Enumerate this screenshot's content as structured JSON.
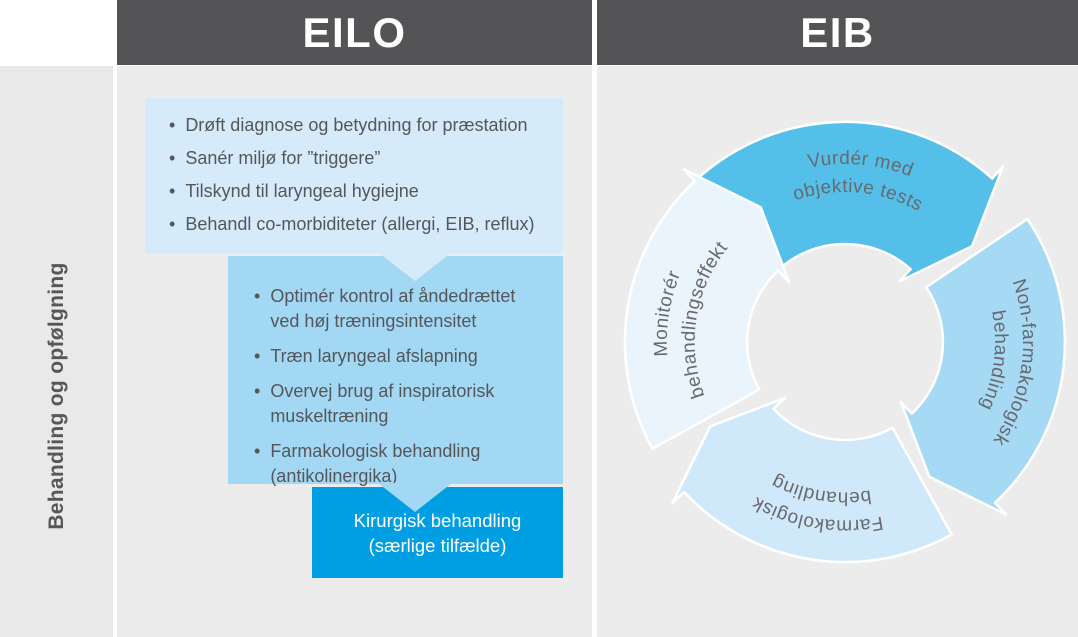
{
  "sidebar": {
    "label": "Behandling og opfølgning"
  },
  "headers": {
    "eilo": "EILO",
    "eib": "EIB"
  },
  "eilo": {
    "step1": {
      "bullets": [
        "Drøft diagnose og betydning for præstation",
        "Sanér miljø for ”triggere”",
        "Tilskynd til laryngeal hygiejne",
        "Behandl co-morbiditeter (allergi, EIB, reflux)"
      ]
    },
    "step2": {
      "bullets": [
        "Optimér kontrol af åndedrættet ved høj træningsintensitet",
        "Træn laryngeal afslapning",
        "Overvej brug af inspiratorisk muskeltræning",
        "Farmakologisk behandling (antikolinergika)"
      ]
    },
    "step3": {
      "line1": "Kirurgisk behandling",
      "line2": "(særlige tilfælde)"
    }
  },
  "eib": {
    "cycle": {
      "direction": "clockwise",
      "segments": [
        {
          "line1": "Vurdér med",
          "line2": "objektive tests",
          "color": "#54c0ea"
        },
        {
          "line1": "Non-farmakologisk",
          "line2": "behandling",
          "color": "#a6d9f4"
        },
        {
          "line1": "Farmakologisk",
          "line2": "behandling",
          "color": "#cfe9fb"
        },
        {
          "line1": "Monitorér",
          "line2": "behandlingseffekt",
          "color": "#e9f4fd"
        }
      ]
    }
  },
  "colors": {
    "header_bg": "#545456",
    "panel_bg": "#ececec",
    "sidebar_bg": "#e9e9ea",
    "step1_bg": "#d6ebfa",
    "step2_bg": "#a2d8f4",
    "step3_bg": "#009fe3",
    "text_dark": "#55565a",
    "cycle_text": "#69696d"
  }
}
